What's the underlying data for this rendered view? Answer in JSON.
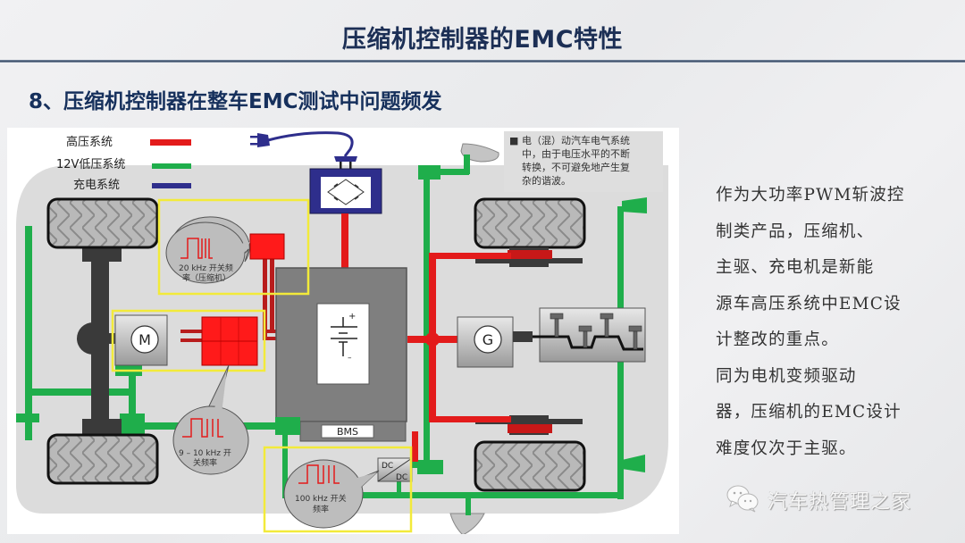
{
  "slide": {
    "title": "压缩机控制器的EMC特性",
    "subtitle": "8、压缩机控制器在整车EMC测试中问题频发"
  },
  "colors": {
    "title": "#1c2f55",
    "high_voltage": "#e31b1b",
    "low_voltage_12v": "#1fae4b",
    "charging": "#2e2e8c",
    "highlight_box": "#f2ea3a"
  },
  "diagram": {
    "legend": [
      {
        "label": "高压系统",
        "color_key": "high_voltage"
      },
      {
        "label": "12V低压系统",
        "color_key": "low_voltage_12v"
      },
      {
        "label": "充电系统",
        "color_key": "charging"
      }
    ],
    "note": {
      "bullet": "■",
      "lines": [
        "电（混）动汽车电气系统",
        "中，由于电压水平的不断",
        "转换，不可避免地产生复",
        "杂的谐波。"
      ]
    },
    "bubbles": {
      "compressor": [
        "20 kHz 开关频",
        "率（压缩机）"
      ],
      "drive_motor": [
        "9 – 10 kHz 开",
        "关频率"
      ],
      "dcdc": [
        "100 kHz 开关",
        "频率"
      ]
    },
    "labels": {
      "motor": "M",
      "generator": "G",
      "bms": "BMS",
      "dcdc_top": "DC",
      "dcdc_bottom": "DC",
      "battery_plus": "+",
      "battery_minus": "–"
    }
  },
  "body_text": {
    "paragraphs": [
      [
        "作为大功率PWM斩波控",
        "制类产品，压缩机、",
        "主驱、充电机是新能",
        "源车高压系统中EMC设",
        "计整改的重点。"
      ],
      [
        "同为电机变频驱动",
        "器，压缩机的EMC设计",
        "难度仅次于主驱。"
      ]
    ]
  },
  "brand": {
    "icon": "wechat-icon",
    "name": "汽车热管理之家"
  }
}
